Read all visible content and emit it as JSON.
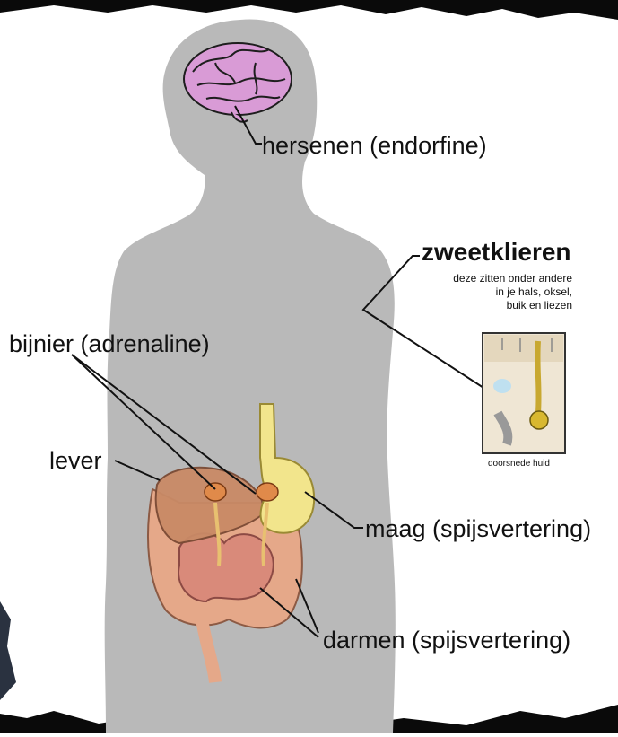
{
  "labels": {
    "brain": "hersenen (endorfine)",
    "sweat_title": "zweetklieren",
    "sweat_desc": [
      "deze zitten onder andere",
      "in je hals, oksel,",
      "buik en liezen"
    ],
    "adrenal": "bijnier (adrenaline)",
    "liver": "lever",
    "stomach": "maag (spijsvertering)",
    "intestines": "darmen (spijsvertering)",
    "skin_caption": "doorsnede huid"
  },
  "colors": {
    "body": "#b9b9b9",
    "brain": "#d99bd6",
    "stomach": "#f2e58c",
    "liver": "#c98a66",
    "intestines": "#e5a889",
    "adrenal": "#e08a4a",
    "frame": "#0a0a0a"
  }
}
